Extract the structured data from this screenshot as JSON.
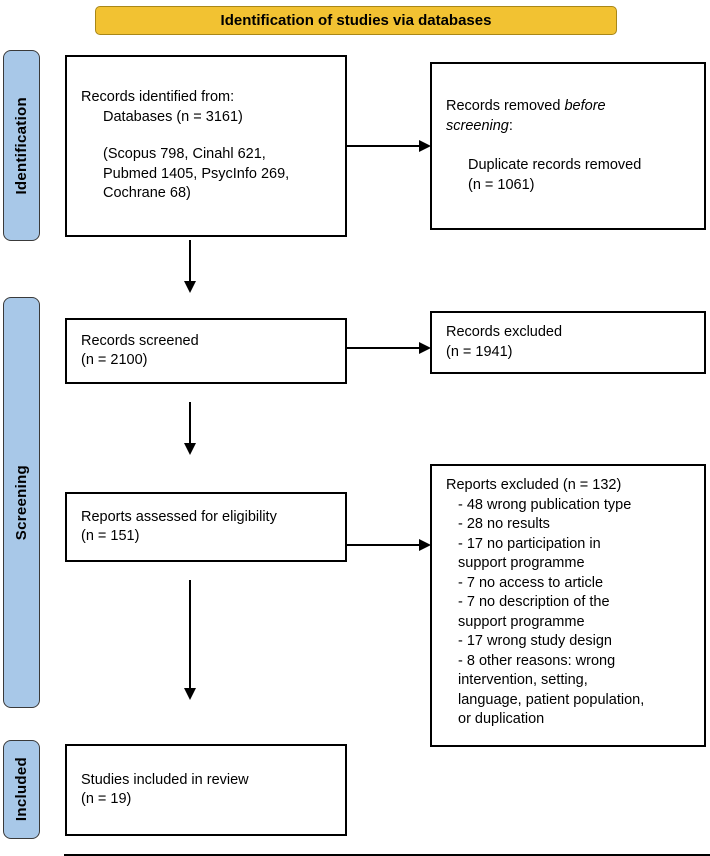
{
  "banner": {
    "label": "Identification of studies via databases"
  },
  "sidebar": {
    "identification": "Identification",
    "screening": "Screening",
    "included": "Included"
  },
  "boxes": {
    "records_identified": {
      "line1": "Records identified from:",
      "line2": "Databases (n = 3161)",
      "sources": [
        "(Scopus 798, Cinahl 621,",
        "Pubmed 1405, PsycInfo 269,",
        "Cochrane 68)"
      ]
    },
    "records_removed": {
      "heading_normal": "Records removed ",
      "heading_italic": "before screening",
      "heading_suffix": ":",
      "detail": [
        "Duplicate records removed",
        "(n = 1061)"
      ]
    },
    "records_screened": {
      "line1": "Records screened",
      "line2": "(n = 2100)"
    },
    "records_excluded": {
      "line1": "Records excluded",
      "line2": "(n = 1941)"
    },
    "reports_assessed": {
      "line1": "Reports assessed for eligibility",
      "line2": "(n = 151)"
    },
    "reports_excluded": {
      "title": "Reports excluded (n = 132)",
      "lines": [
        "- 48 wrong publication type",
        "- 28 no results",
        "- 17 no participation in",
        "support programme",
        "- 7 no access to article",
        "- 7 no description of the",
        "support programme",
        "- 17 wrong study design",
        "- 8 other reasons: wrong",
        "intervention, setting,",
        "language, patient population,",
        "or duplication"
      ]
    },
    "studies_included": {
      "line1": "Studies included in review",
      "line2": "(n = 19)"
    }
  },
  "colors": {
    "banner_bg": "#F2C232",
    "sidebar_bg": "#A8C8E8"
  }
}
